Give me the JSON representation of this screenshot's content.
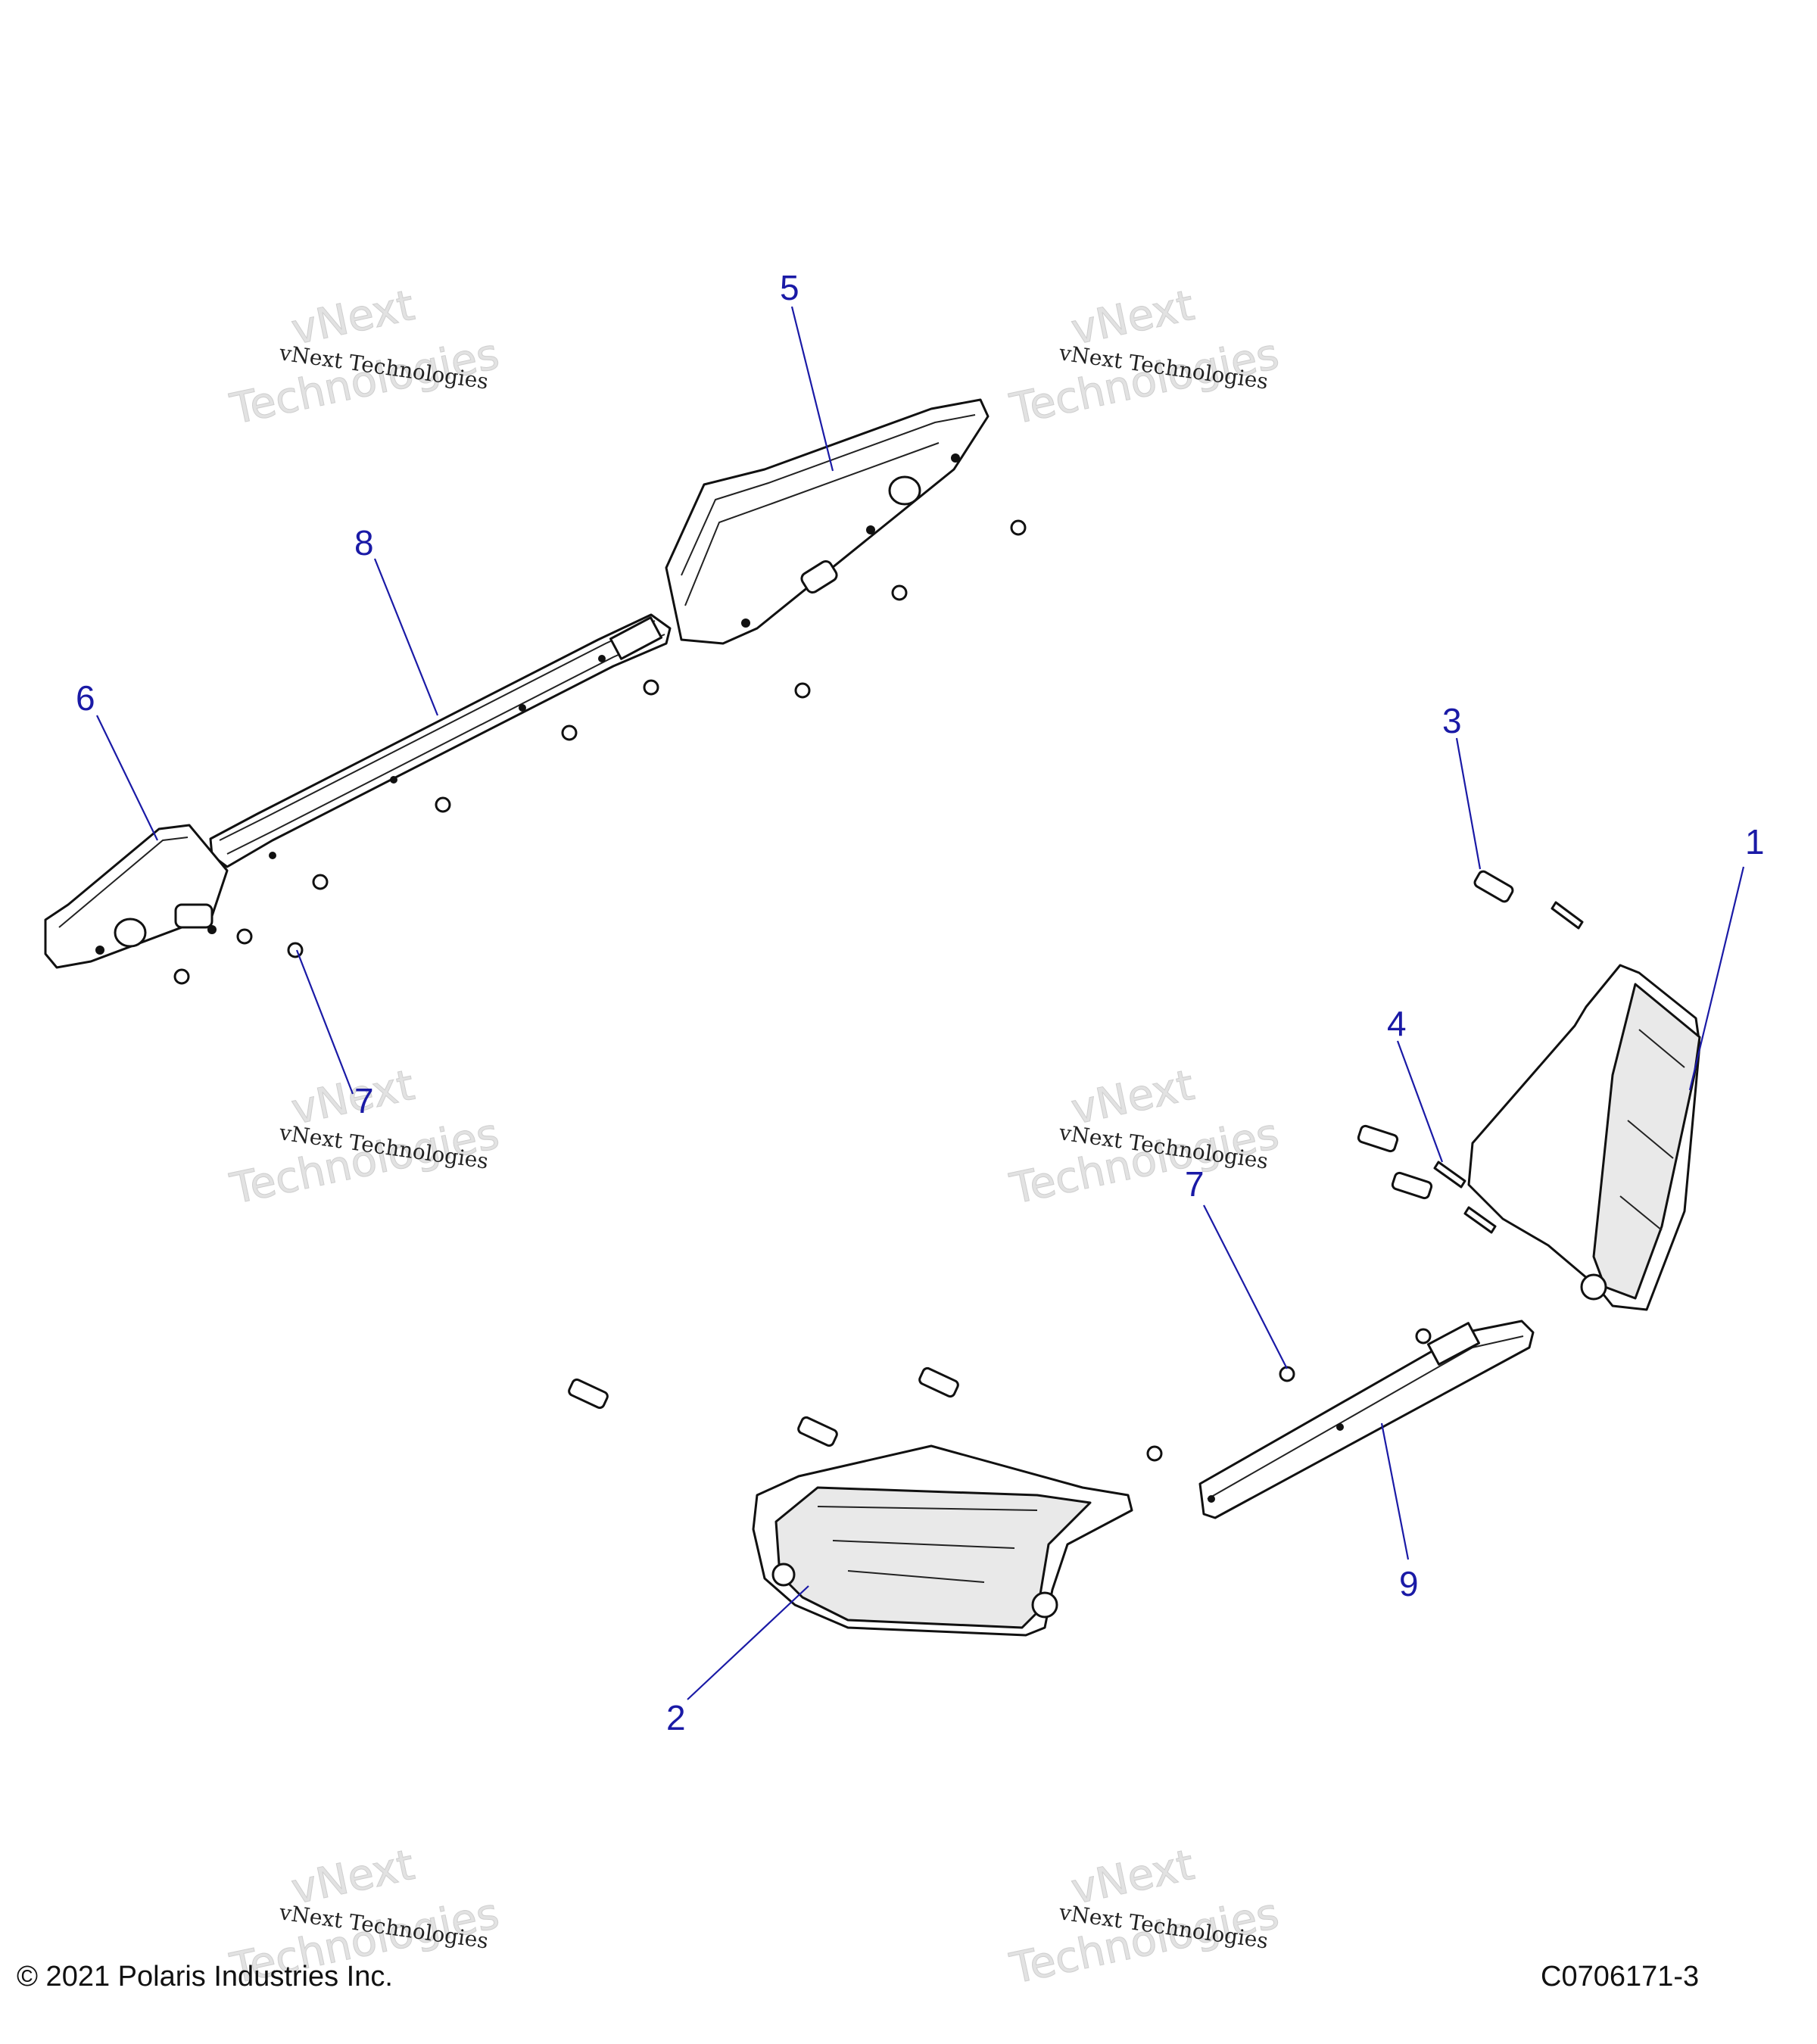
{
  "watermark": {
    "line_main": "vNext Technologies",
    "line_top": "vNext",
    "line_bottom": "Technologies"
  },
  "callouts": {
    "c1": "1",
    "c2": "2",
    "c3": "3",
    "c4": "4",
    "c5": "5",
    "c6": "6",
    "c7a": "7",
    "c7b": "7",
    "c8": "8",
    "c9": "9"
  },
  "footer": {
    "copyright": "© 2021 Polaris Industries Inc.",
    "drawing_id": "C0706171-3"
  }
}
